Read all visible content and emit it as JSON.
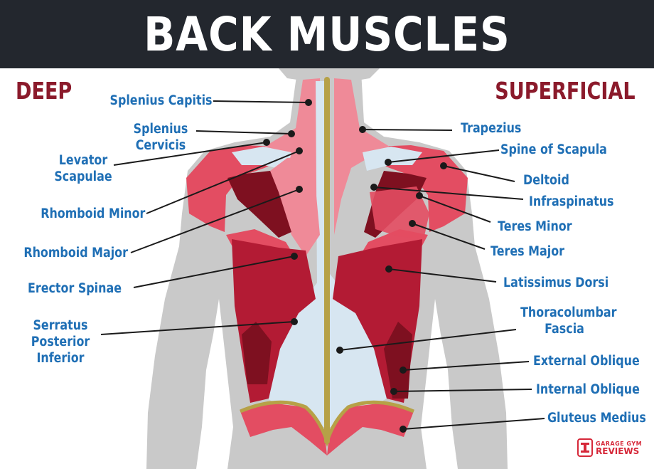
{
  "title": "BACK MUSCLES",
  "section_labels": {
    "deep": "DEEP",
    "superficial": "SUPERFICIAL"
  },
  "deep_labels": {
    "splenius_capitis": "Splenius Capitis",
    "splenius_cervicis": [
      "Splenius",
      "Cervicis"
    ],
    "levator_scapulae": [
      "Levator",
      "Scapulae"
    ],
    "rhomboid_minor": "Rhomboid Minor",
    "rhomboid_major": "Rhomboid Major",
    "erector_spinae": "Erector Spinae",
    "serratus_posterior_inferior": [
      "Serratus",
      "Posterior",
      "Inferior"
    ]
  },
  "superficial_labels": {
    "trapezius": "Trapezius",
    "spine_of_scapula": "Spine of Scapula",
    "deltoid": "Deltoid",
    "infraspinatus": "Infraspinatus",
    "teres_minor": "Teres Minor",
    "teres_major": "Teres Major",
    "latissimus_dorsi": "Latissimus Dorsi",
    "thoracolumbar_fascia": [
      "Thoracolumbar",
      "Fascia"
    ],
    "external_oblique": "External Oblique",
    "internal_oblique": "Internal Oblique",
    "gluteus_medius": "Gluteus Medius"
  },
  "brand": {
    "line1": "GARAGE GYM",
    "line2": "REVIEWS"
  },
  "colors": {
    "header_bg": "#23272e",
    "header_text": "#ffffff",
    "section_label": "#8b1a2b",
    "callout_text": "#1f6fb5",
    "body_gray": "#c9c9c9",
    "muscle_light": "#ef8a98",
    "muscle_mid": "#e34d62",
    "muscle_dark": "#b31b34",
    "muscle_darkest": "#7e1020",
    "fascia": "#d7e6f1",
    "spine": "#b6a147",
    "leader_line": "#1a1a1a",
    "brand": "#d62839"
  }
}
